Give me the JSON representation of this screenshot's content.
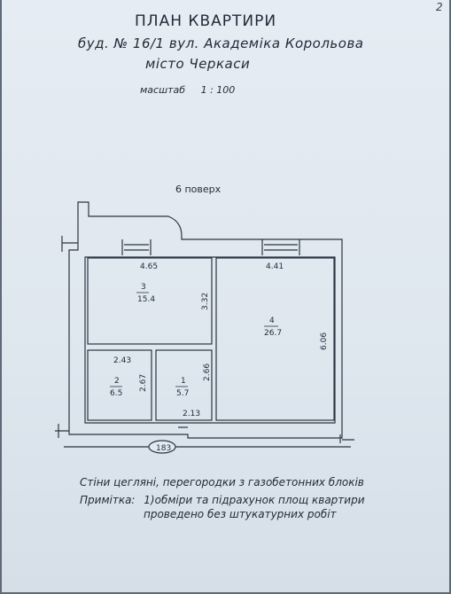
{
  "page_number": "2",
  "title": "ПЛАН КВАРТИРИ",
  "address": "буд. № 16/1 вул. Академіка Корольова",
  "city": "місто Черкаси",
  "scale_label": "масштаб",
  "scale_value": "1 : 100",
  "floor_label": "6 поверх",
  "building_length": "183",
  "rooms": [
    {
      "number": "3",
      "area": "15.4",
      "width": "4.65",
      "depth": "3.32"
    },
    {
      "number": "4",
      "area": "26.7",
      "width": "4.41",
      "depth": "6.06"
    },
    {
      "number": "2",
      "area": "6.5",
      "width": "2.43",
      "depth": "2.67"
    },
    {
      "number": "1",
      "area": "5.7",
      "width": "2.13",
      "depth": "2.66"
    }
  ],
  "walls_note": "Стіни   цегляні, перегородки з газобетонних блоків",
  "note_heading": "Примітка:",
  "note_line1": "1)обміри та підрахунок площ квартири",
  "note_line2": "проведено без штукатурних робіт"
}
